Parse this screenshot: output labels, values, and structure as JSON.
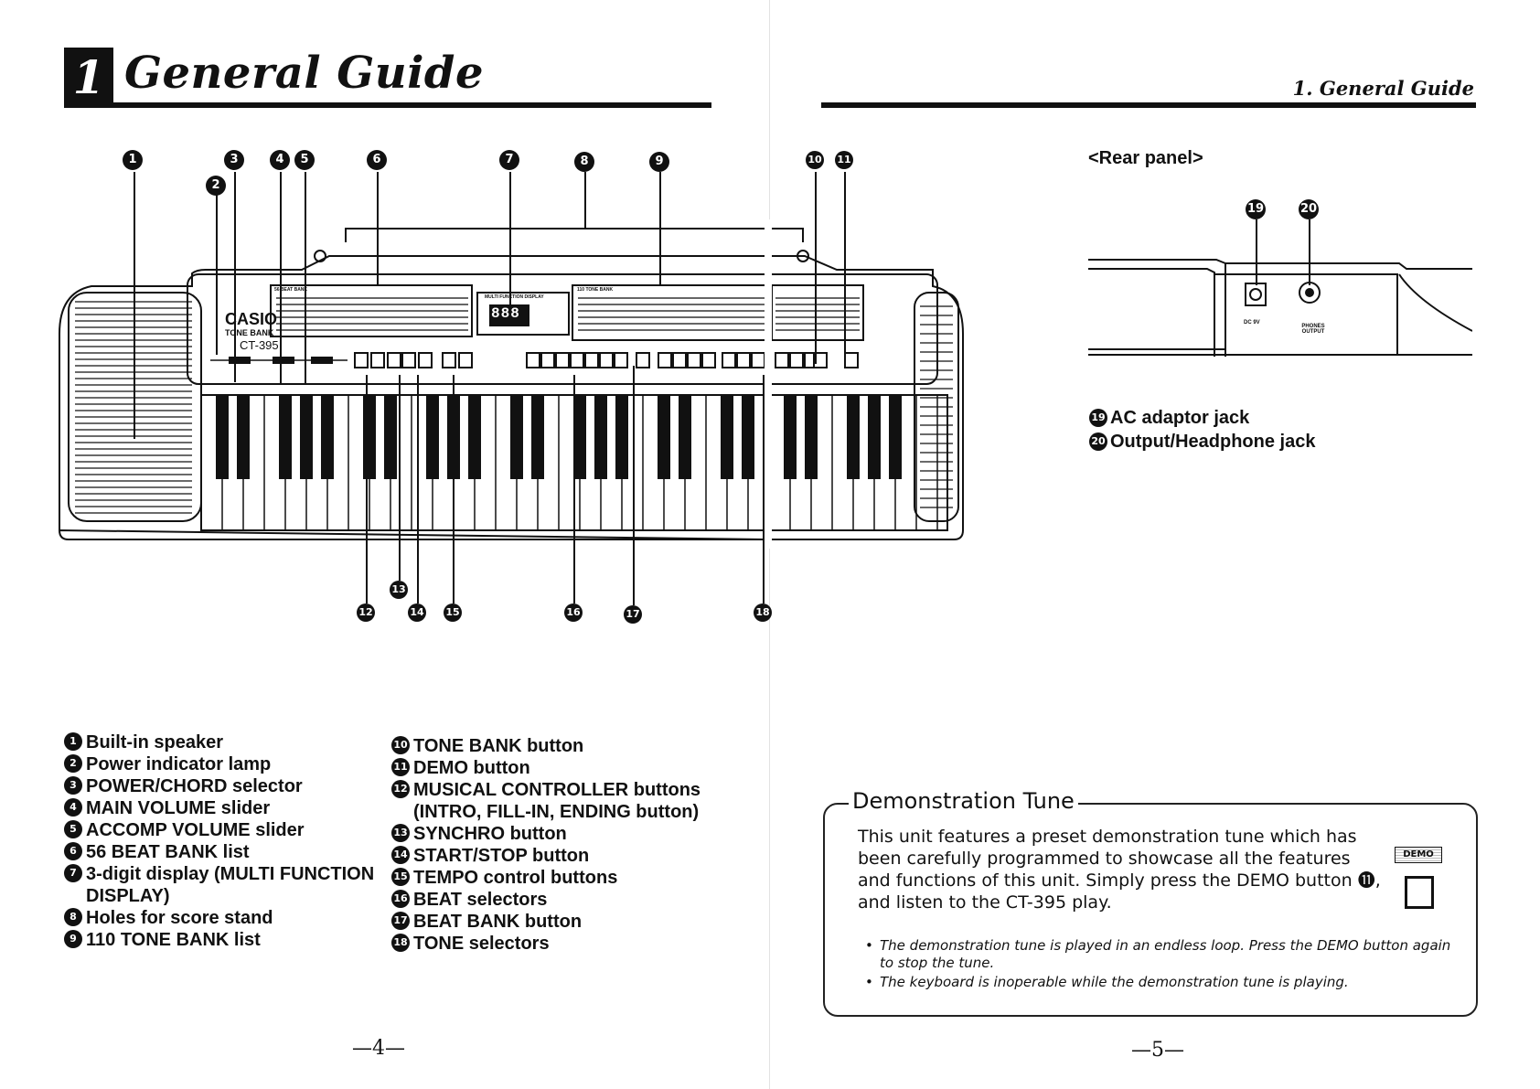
{
  "header": {
    "chapter_number": "1",
    "title": "General Guide",
    "right_title": "1. General Guide"
  },
  "diagram": {
    "brand": "CASIO",
    "sub_brand": "TONE BANK",
    "model": "CT-395",
    "beat_bank_label": "56 BEAT BANK",
    "tone_bank_label": "110 TONE BANK",
    "display_label": "MULTI FUNCTION DISPLAY",
    "display_digits": "888",
    "callouts_top": [
      "1",
      "2",
      "3",
      "4",
      "5",
      "6",
      "7",
      "8",
      "9",
      "10",
      "11"
    ],
    "callouts_bottom": [
      "12",
      "13",
      "14",
      "15",
      "16",
      "17",
      "18"
    ]
  },
  "parts_left": [
    {
      "num": "1",
      "label": "Built-in speaker"
    },
    {
      "num": "2",
      "label": "Power indicator lamp"
    },
    {
      "num": "3",
      "label": "POWER/CHORD selector"
    },
    {
      "num": "4",
      "label": "MAIN VOLUME slider"
    },
    {
      "num": "5",
      "label": "ACCOMP VOLUME slider"
    },
    {
      "num": "6",
      "label": "56 BEAT BANK list"
    },
    {
      "num": "7",
      "label": "3-digit display (MULTI FUNCTION DISPLAY)"
    },
    {
      "num": "8",
      "label": "Holes for score stand"
    },
    {
      "num": "9",
      "label": "110 TONE BANK list"
    }
  ],
  "parts_right": [
    {
      "num": "10",
      "label": "TONE BANK button"
    },
    {
      "num": "11",
      "label": "DEMO button"
    },
    {
      "num": "12",
      "label": "MUSICAL CONTROLLER buttons (INTRO, FILL-IN, ENDING button)"
    },
    {
      "num": "13",
      "label": "SYNCHRO button"
    },
    {
      "num": "14",
      "label": "START/STOP button"
    },
    {
      "num": "15",
      "label": "TEMPO control buttons"
    },
    {
      "num": "16",
      "label": "BEAT selectors"
    },
    {
      "num": "17",
      "label": "BEAT BANK button"
    },
    {
      "num": "18",
      "label": "TONE selectors"
    }
  ],
  "rear_panel": {
    "title": "<Rear panel>",
    "callouts": [
      "19",
      "20"
    ],
    "jack_dc_label": "DC 9V",
    "jack_phones_label": "PHONES OUTPUT",
    "parts": [
      {
        "num": "19",
        "label": "AC adaptor jack"
      },
      {
        "num": "20",
        "label": "Output/Headphone jack"
      }
    ]
  },
  "demo": {
    "title": "Demonstration Tune",
    "text": "This unit features a preset demonstration tune which has been carefully programmed to showcase all the features and functions of this unit. Simply press the DEMO button ⓫, and listen to the CT-395 play.",
    "button_label": "DEMO",
    "notes": [
      "The demonstration tune is played in an endless loop. Press the DEMO button again to stop the tune.",
      "The keyboard is inoperable while the demonstration tune is playing."
    ]
  },
  "pages": {
    "left": "—4—",
    "right": "—5—"
  },
  "colors": {
    "ink": "#111111",
    "paper": "#ffffff"
  }
}
